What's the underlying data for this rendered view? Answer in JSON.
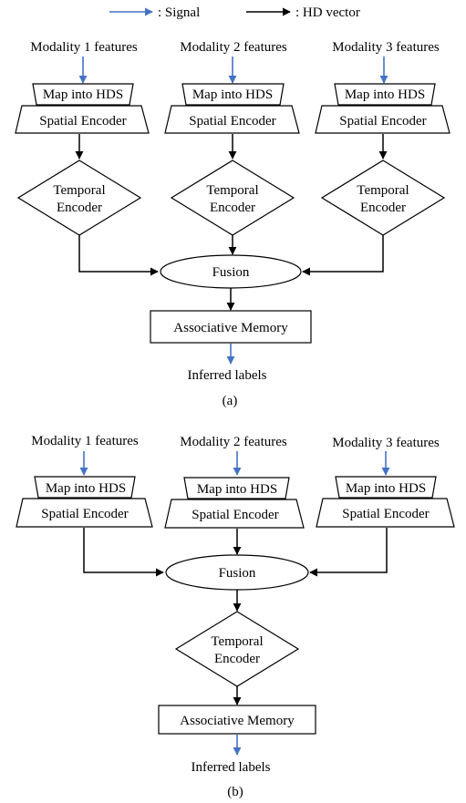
{
  "legend": {
    "signal_label": ": Signal",
    "hd_vector_label": ": HD vector"
  },
  "colors": {
    "signal": "#4472C4",
    "hd_vector": "#000000",
    "stroke": "#000000"
  },
  "panel_a": {
    "modalities": [
      {
        "features": "Modality 1 features",
        "map": "Map into HDS",
        "spatial": "Spatial Encoder",
        "temporal_1": "Temporal",
        "temporal_2": "Encoder"
      },
      {
        "features": "Modality 2 features",
        "map": "Map into HDS",
        "spatial": "Spatial Encoder",
        "temporal_1": "Temporal",
        "temporal_2": "Encoder"
      },
      {
        "features": "Modality 3 features",
        "map": "Map into HDS",
        "spatial": "Spatial Encoder",
        "temporal_1": "Temporal",
        "temporal_2": "Encoder"
      }
    ],
    "fusion": "Fusion",
    "memory": "Associative Memory",
    "output": "Inferred labels",
    "caption": "(a)"
  },
  "panel_b": {
    "modalities": [
      {
        "features": "Modality 1 features",
        "map": "Map into HDS",
        "spatial": "Spatial Encoder"
      },
      {
        "features": "Modality 2 features",
        "map": "Map into HDS",
        "spatial": "Spatial Encoder"
      },
      {
        "features": "Modality 3 features",
        "map": "Map into HDS",
        "spatial": "Spatial Encoder"
      }
    ],
    "fusion": "Fusion",
    "temporal_1": "Temporal",
    "temporal_2": "Encoder",
    "memory": "Associative Memory",
    "output": "Inferred labels",
    "caption": "(b)"
  }
}
